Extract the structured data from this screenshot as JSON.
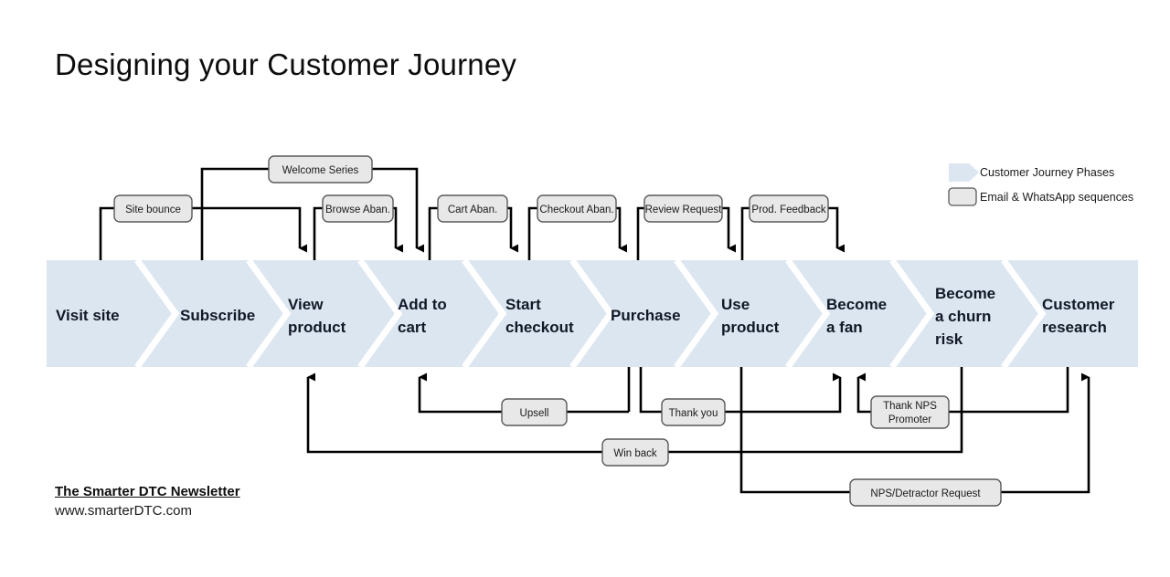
{
  "title": "Designing your Customer Journey",
  "colors": {
    "phase_fill": "#dce6f1",
    "phase_divider": "#ffffff",
    "box_fill": "#e8e8e8",
    "box_stroke": "#595959",
    "connector": "#000000",
    "text": "#111827",
    "background": "#ffffff"
  },
  "legend": {
    "items": [
      {
        "shape": "chevron",
        "label": "Customer Journey Phases",
        "color": "#dce6f1"
      },
      {
        "shape": "rounded-rect",
        "label": "Email & WhatsApp sequences",
        "color": "#e8e8e8"
      }
    ]
  },
  "phases": [
    {
      "id": "visit-site",
      "label": "Visit site",
      "lines": [
        "Visit site"
      ]
    },
    {
      "id": "subscribe",
      "label": "Subscribe",
      "lines": [
        "Subscribe"
      ]
    },
    {
      "id": "view-product",
      "label": "View product",
      "lines": [
        "View",
        "product"
      ]
    },
    {
      "id": "add-to-cart",
      "label": "Add to cart",
      "lines": [
        "Add to",
        "cart"
      ]
    },
    {
      "id": "start-checkout",
      "label": "Start checkout",
      "lines": [
        "Start",
        "checkout"
      ]
    },
    {
      "id": "purchase",
      "label": "Purchase",
      "lines": [
        "Purchase"
      ]
    },
    {
      "id": "use-product",
      "label": "Use product",
      "lines": [
        "Use",
        "product"
      ]
    },
    {
      "id": "become-a-fan",
      "label": "Become a fan",
      "lines": [
        "Become",
        "a fan"
      ]
    },
    {
      "id": "become-churn-risk",
      "label": "Become a churn risk",
      "lines": [
        "Become",
        "a churn",
        "risk"
      ]
    },
    {
      "id": "customer-research",
      "label": "Customer research",
      "lines": [
        "Customer",
        "research"
      ]
    }
  ],
  "sequences_top": [
    {
      "id": "site-bounce",
      "label": "Site bounce"
    },
    {
      "id": "welcome-series",
      "label": "Welcome Series"
    },
    {
      "id": "browse-aban",
      "label": "Browse Aban."
    },
    {
      "id": "cart-aban",
      "label": "Cart Aban."
    },
    {
      "id": "checkout-aban",
      "label": "Checkout Aban."
    },
    {
      "id": "review-request",
      "label": "Review Request"
    },
    {
      "id": "prod-feedback",
      "label": "Prod. Feedback"
    }
  ],
  "sequences_bottom": [
    {
      "id": "upsell",
      "label": "Upsell",
      "lines": [
        "Upsell"
      ]
    },
    {
      "id": "thank-you",
      "label": "Thank you",
      "lines": [
        "Thank you"
      ]
    },
    {
      "id": "thank-nps-promoter",
      "label": "Thank NPS Promoter",
      "lines": [
        "Thank NPS",
        "Promoter"
      ]
    },
    {
      "id": "win-back",
      "label": "Win back",
      "lines": [
        "Win back"
      ]
    },
    {
      "id": "nps-detractor-request",
      "label": "NPS/Detractor Request",
      "lines": [
        "NPS/Detractor Request"
      ]
    }
  ],
  "footer": {
    "newsletter": "The Smarter DTC Newsletter",
    "website": "www.smarterDTC.com"
  }
}
